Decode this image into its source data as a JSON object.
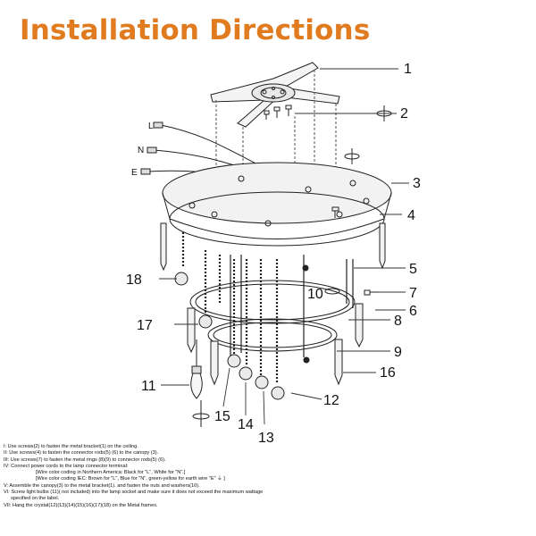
{
  "title": "Installation Directions",
  "colors": {
    "title": "#e07b1f",
    "line": "#222222",
    "bg": "#ffffff"
  },
  "callouts": [
    "1",
    "2",
    "3",
    "4",
    "5",
    "6",
    "7",
    "8",
    "9",
    "10",
    "11",
    "12",
    "13",
    "14",
    "15",
    "16",
    "17",
    "18"
  ],
  "wire_labels": [
    "L",
    "N",
    "E"
  ],
  "steps": {
    "s1": "I: Use screws(2) to fasten the metal bracket(1) on the ceiling.",
    "s2": "II: Use screws(4) to fasten the connector rods(5) (6) to the canopy (3).",
    "s3": "III: Use screws(7) to fasten the metal rings (8)(9) to connector rods(5) (6).",
    "s4": "IV: Connect power cords to the lamp connector terminal:",
    "s4a": "[Wire color coding in Northern America: Black for \"L\", White for \"N\".]",
    "s4b": "[Wire color coding IEC: Brown for \"L\", Blue for \"N\", green-yellow for earth wire \"E\" ⏚ ]",
    "s5": "V: Assemble the canopy(3) to the metal bracket(1). and fasten the nuts and washers(10).",
    "s6": "VI: Screw light bulbs (11)( not included) into the lamp socket and make sure it does not exceed the maximum wattage",
    "s6b": "specified on the label.",
    "s7": "VII: Hang the crystal(12)(13)(14)(15)(16)(17)(18) on the Metal frames."
  }
}
